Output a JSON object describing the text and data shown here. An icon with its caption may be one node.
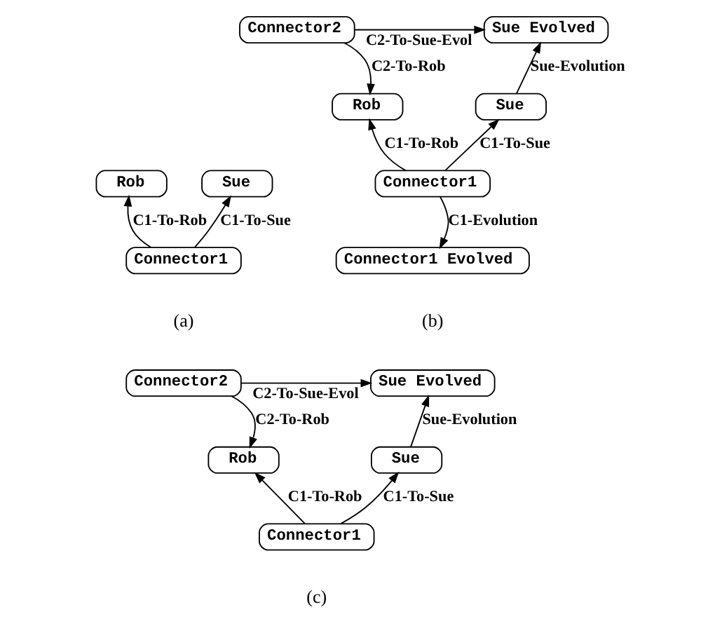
{
  "diagram": {
    "nodes": [
      {
        "text": [
          "Rob"
        ]
      },
      {
        "text": [
          "Sue"
        ]
      },
      {
        "text": [
          "Connector1"
        ]
      },
      {
        "text": [
          "Connector2"
        ]
      },
      {
        "text": [
          "Sue Evolved"
        ]
      },
      {
        "text": [
          "Rob"
        ]
      },
      {
        "text": [
          "Sue"
        ]
      },
      {
        "text": [
          "Connector1"
        ]
      },
      {
        "text": [
          "Connector1 Evolved"
        ]
      },
      {
        "text": [
          "Connector2"
        ]
      },
      {
        "text": [
          "Sue Evolved"
        ]
      },
      {
        "text": [
          "Rob"
        ]
      },
      {
        "text": [
          "Sue"
        ]
      },
      {
        "text": [
          "Connector1"
        ]
      }
    ],
    "edges": [
      {
        "from": 2,
        "to": 0,
        "arrow": "to",
        "label": "C1-To-Rob"
      },
      {
        "from": 2,
        "to": 1,
        "arrow": "to",
        "label": "C1-To-Sue"
      },
      {
        "from": 3,
        "to": 4,
        "arrow": "to",
        "label": "C2-To-Sue-Evol"
      },
      {
        "from": 3,
        "to": 5,
        "arrow": "to",
        "label": "C2-To-Rob"
      },
      {
        "from": 6,
        "to": 4,
        "arrow": "to",
        "label": "Sue-Evolution"
      },
      {
        "from": 7,
        "to": 5,
        "arrow": "to",
        "label": "C1-To-Rob"
      },
      {
        "from": 7,
        "to": 6,
        "arrow": "to",
        "label": "C1-To-Sue"
      },
      {
        "from": 7,
        "to": 8,
        "arrow": "to",
        "label": "C1-Evolution"
      },
      {
        "from": 9,
        "to": 10,
        "arrow": "to",
        "label": "C2-To-Sue-Evol"
      },
      {
        "from": 9,
        "to": 11,
        "arrow": "to",
        "label": "C2-To-Rob"
      },
      {
        "from": 12,
        "to": 10,
        "arrow": "to",
        "label": "Sue-Evolution"
      },
      {
        "from": 13,
        "to": 11,
        "arrow": "to",
        "label": "C1-To-Rob"
      },
      {
        "from": 13,
        "to": 12,
        "arrow": "to",
        "label": "C1-To-Sue"
      }
    ],
    "labels": [
      "(a)",
      "(b)",
      "(c)"
    ]
  }
}
